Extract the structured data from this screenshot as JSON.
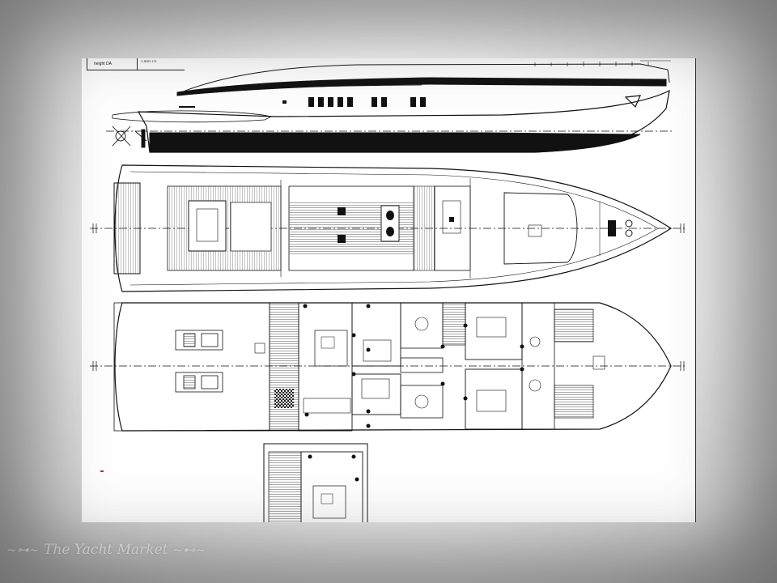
{
  "drawing": {
    "title_block": {
      "label": "height DA",
      "ref": "Y-SDR 171"
    },
    "views": [
      {
        "id": "profile",
        "kind": "side-elevation"
      },
      {
        "id": "upper-deck",
        "kind": "deck-plan"
      },
      {
        "id": "lower-deck",
        "kind": "cabin-plan"
      },
      {
        "id": "alt-cabin",
        "kind": "layout-variant"
      }
    ]
  },
  "watermark": {
    "text": "The Yacht Market"
  },
  "colors": {
    "line": "#111111",
    "hull_fill": "#111111",
    "accent": "#d22222",
    "paper": "#ffffff"
  }
}
